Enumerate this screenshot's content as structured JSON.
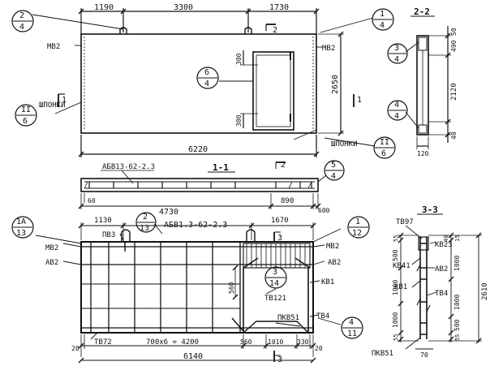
{
  "plan": {
    "dims_top": [
      "1190",
      "3300",
      "1730"
    ],
    "overall_width": "6220",
    "height": "2650",
    "opening_offsets": [
      "300",
      "300"
    ],
    "callout_top": {
      "num": "2",
      "den": "4"
    },
    "callout_topright": {
      "num": "1",
      "den": "4"
    },
    "callout_opening": {
      "num": "6",
      "den": "4"
    },
    "callout_shponki_left": {
      "num": "II",
      "den": "6"
    },
    "callout_shponki_right": {
      "num": "II",
      "den": "6"
    },
    "label_mv2_left": "МВ2",
    "label_mv2_right": "МВ2",
    "label_shponki_left": "ШПОНКИ",
    "label_shponki_right": "ШПОНКИ",
    "section_mark": "1",
    "section_mark2": "2"
  },
  "section22": {
    "title": "2-2",
    "dims": [
      "50",
      "490",
      "2120",
      "40"
    ],
    "width": "120",
    "callout_a": {
      "num": "3",
      "den": "4"
    },
    "callout_b": {
      "num": "4",
      "den": "4"
    }
  },
  "section11": {
    "title": "1-1",
    "mesh_label": "АБВ13-62-2.3",
    "dims": [
      "60",
      "4730",
      "890",
      "600"
    ],
    "section_mark": "2",
    "callout": {
      "num": "5",
      "den": "4"
    }
  },
  "rebar": {
    "dims_top": [
      "1130",
      "1670"
    ],
    "mesh_label": "АБВ1.3-62-2.3",
    "callout_left": {
      "num": "1А",
      "den": "13"
    },
    "callout_mid": {
      "num": "2",
      "den": "13"
    },
    "callout_right": {
      "num": "1",
      "den": "12"
    },
    "callout_center": {
      "num": "3",
      "den": "14"
    },
    "callout_bottom": {
      "num": "4",
      "den": "11"
    },
    "labels": {
      "mv2_left": "МВ2",
      "av2_left": "АВ2",
      "pv3": "ПВ3",
      "mv2_right": "МВ2",
      "av2_right": "АВ2",
      "tv121": "ТВ121",
      "kv1": "КВ1",
      "tv4": "ТВ4",
      "pkv51": "ПКВ51",
      "tv72": "ТВ72"
    },
    "dim_560": "560",
    "section_mark": "3",
    "dims_bottom": [
      "20",
      "700х6 = 4200",
      "560",
      "1010",
      "330",
      "20"
    ],
    "overall": "6140"
  },
  "section33": {
    "title": "3-3",
    "labels": {
      "tv97": "ТВ97",
      "kv23": "КВ23",
      "kv41": "КВ41",
      "av2": "АВ2",
      "kv1": "КВ1",
      "tv4": "ТВ4",
      "pkv51": "ПКВ51"
    },
    "dims_left": [
      "55",
      "500",
      "1000",
      "1000",
      "55"
    ],
    "dims_right": [
      "15",
      "1000",
      "1000",
      "500",
      "55"
    ],
    "dims_right_top": "40",
    "overall": "2610",
    "bottom_dim": "70"
  }
}
